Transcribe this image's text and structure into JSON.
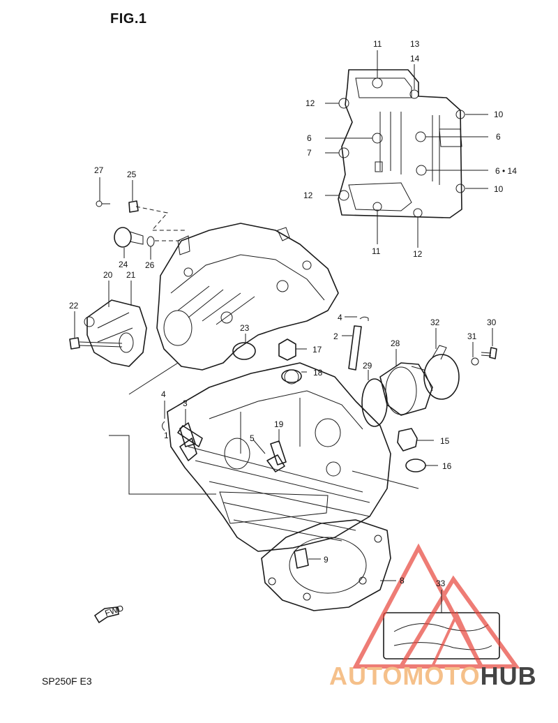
{
  "figure": {
    "title": "FIG.1",
    "model": "SP250F  E3",
    "fwd_label": "FWD"
  },
  "brand": {
    "part1": "AUTOMOTO",
    "part2": "HUB",
    "colors": {
      "accent": "#e8463c",
      "light": "#f5c08a",
      "dark": "#444444"
    }
  },
  "callouts": [
    "1",
    "2",
    "3",
    "4",
    "4",
    "5",
    "6",
    "6",
    "6 • 14",
    "7",
    "8",
    "9",
    "10",
    "10",
    "11",
    "11",
    "12",
    "12",
    "12",
    "13",
    "14",
    "15",
    "16",
    "17",
    "18",
    "19",
    "20",
    "21",
    "22",
    "23",
    "24",
    "25",
    "26",
    "27",
    "28",
    "29",
    "30",
    "31",
    "32",
    "33"
  ]
}
